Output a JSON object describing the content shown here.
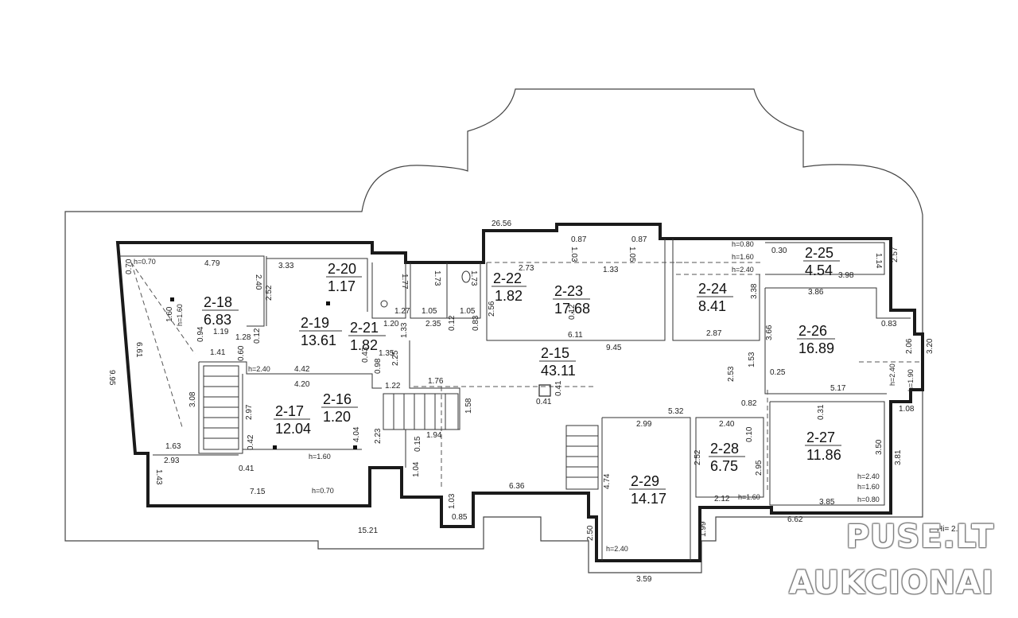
{
  "rooms": [
    {
      "id": "2-18",
      "area": "6.83"
    },
    {
      "id": "2-19",
      "area": "13.61"
    },
    {
      "id": "2-20",
      "area": "1.17"
    },
    {
      "id": "2-21",
      "area": "1.82"
    },
    {
      "id": "2-22",
      "area": "1.82"
    },
    {
      "id": "2-23",
      "area": "17.68"
    },
    {
      "id": "2-24",
      "area": "8.41"
    },
    {
      "id": "2-25",
      "area": "4.54"
    },
    {
      "id": "2-26",
      "area": "16.89"
    },
    {
      "id": "2-15",
      "area": "43.11"
    },
    {
      "id": "2-16",
      "area": "1.20"
    },
    {
      "id": "2-17",
      "area": "12.04"
    },
    {
      "id": "2-27",
      "area": "11.86"
    },
    {
      "id": "2-28",
      "area": "6.75"
    },
    {
      "id": "2-29",
      "area": "14.17"
    }
  ],
  "dimensions": [
    "26.56",
    "15.21",
    "9.95",
    "6.61",
    "4.79",
    "3.33",
    "2.40",
    "2.52",
    "1.28",
    "1.19",
    "0.94",
    "1.41",
    "0.12",
    "4.42",
    "4.20",
    "3.08",
    "2.97",
    "1.63",
    "2.93",
    "0.41",
    "0.42",
    "7.15",
    "1.43",
    "1.77",
    "1.73",
    "1.73",
    "1.27",
    "1.05",
    "1.05",
    "1.20",
    "2.35",
    "0.12",
    "0.83",
    "1.33",
    "0.98",
    "1.35",
    "1.22",
    "2.25",
    "2.73",
    "1.03",
    "0.87",
    "0.87",
    "1.05",
    "1.33",
    "2.56",
    "6.11",
    "0.12",
    "9.45",
    "0.30",
    "3.98",
    "1.14",
    "2.57",
    "3.38",
    "2.87",
    "3.86",
    "3.66",
    "0.83",
    "2.06",
    "3.20",
    "1.53",
    "0.25",
    "2.53",
    "0.82",
    "5.17",
    "1.76",
    "1.58",
    "0.41",
    "0.41",
    "1.94",
    "2.23",
    "0.15",
    "1.04",
    "6.36",
    "1.03",
    "0.85",
    "5.32",
    "2.99",
    "2.40",
    "0.10",
    "2.52",
    "2.95",
    "0.31",
    "3.50",
    "3.81",
    "1.08",
    "4.74",
    "2.12",
    "3.85",
    "6.62",
    "2.50",
    "1.99",
    "3.59",
    "4.04",
    "0.60",
    "0.43",
    "1.60",
    "0.70"
  ],
  "heights": [
    "h=0.70",
    "h=1.60",
    "h=2.40",
    "h=1.60",
    "h=0.70",
    "h=0.80",
    "h=1.60",
    "h=2.40",
    "h=2.40",
    "h=1.90",
    "h=2.40",
    "h=1.60",
    "h=0.80",
    "h=1.60",
    "h=2.40"
  ],
  "level_note": "Hi= 2.5",
  "watermark": {
    "line1": "PUSE.LT",
    "line2": "AUKCIONAI"
  }
}
